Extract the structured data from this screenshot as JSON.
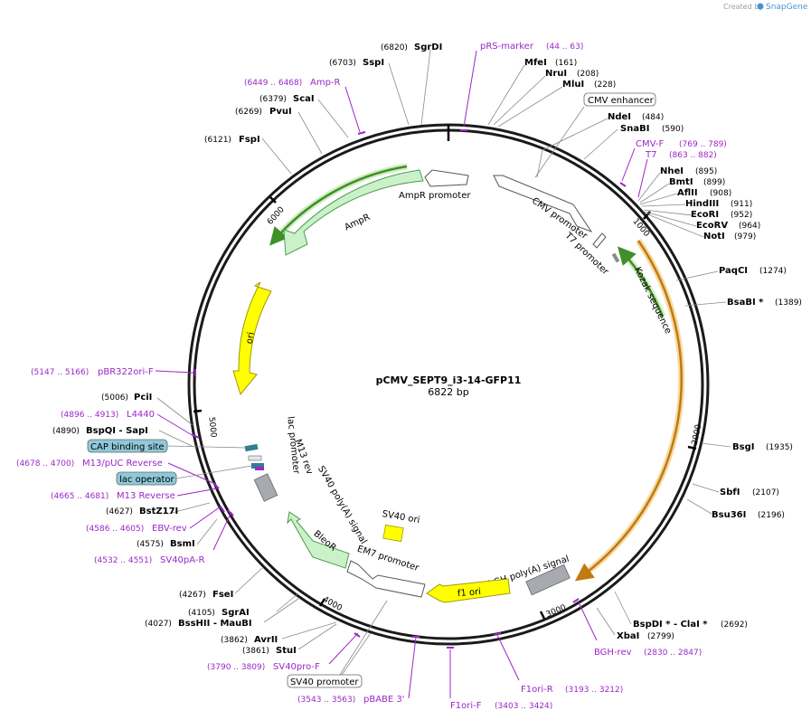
{
  "header": {
    "credit_prefix": "Created by",
    "credit_brand": "SnapGene"
  },
  "plasmid": {
    "name": "pCMV_SEPT9_i3-14-GFP11",
    "length_label": "6822 bp"
  },
  "ticks": [
    "1000",
    "2000",
    "3000",
    "4000",
    "5000",
    "6000"
  ],
  "enzymes": [
    {
      "pos": "(6820)",
      "name": "SgrDI"
    },
    {
      "pos": "(6703)",
      "name": "SspI"
    },
    {
      "pos": "(6379)",
      "name": "ScaI"
    },
    {
      "pos": "(6269)",
      "name": "PvuI"
    },
    {
      "pos": "(6121)",
      "name": "FspI"
    },
    {
      "name": "MfeI",
      "pos": "(161)"
    },
    {
      "name": "NruI",
      "pos": "(208)"
    },
    {
      "name": "MluI",
      "pos": "(228)"
    },
    {
      "name": "NdeI",
      "pos": "(484)"
    },
    {
      "name": "SnaBI",
      "pos": "(590)"
    },
    {
      "name": "NheI",
      "pos": "(895)"
    },
    {
      "name": "BmtI",
      "pos": "(899)"
    },
    {
      "name": "AflII",
      "pos": "(908)"
    },
    {
      "name": "HindIII",
      "pos": "(911)"
    },
    {
      "name": "EcoRI",
      "pos": "(952)"
    },
    {
      "name": "EcoRV",
      "pos": "(964)"
    },
    {
      "name": "NotI",
      "pos": "(979)"
    },
    {
      "name": "PaqCI",
      "pos": "(1274)"
    },
    {
      "name": "BsaBI *",
      "pos": "(1389)"
    },
    {
      "name": "BsgI",
      "pos": "(1935)"
    },
    {
      "name": "SbfI",
      "pos": "(2107)"
    },
    {
      "name": "Bsu36I",
      "pos": "(2196)"
    },
    {
      "name": "BspDI * - ClaI *",
      "pos": "(2692)"
    },
    {
      "name": "XbaI",
      "pos": "(2799)"
    },
    {
      "pos": "(5006)",
      "name": "PciI"
    },
    {
      "pos": "(4890)",
      "name": "BspQI   - SapI"
    },
    {
      "pos": "(4627)",
      "name": "BstZ17I"
    },
    {
      "pos": "(4575)",
      "name": "BsmI"
    },
    {
      "pos": "(4267)",
      "name": "FseI"
    },
    {
      "pos": "(4105)",
      "name": "SgrAI"
    },
    {
      "pos": "(4027)",
      "name": "BssHII   - MauBI"
    },
    {
      "pos": "(3862)",
      "name": "AvrII"
    },
    {
      "pos": "(3861)",
      "name": "StuI"
    }
  ],
  "primers": [
    {
      "name": "pRS-marker",
      "range": "(44 .. 63)"
    },
    {
      "range": "(6449 .. 6468)",
      "name": "Amp-R"
    },
    {
      "name": "CMV-F",
      "range": "(769 .. 789)"
    },
    {
      "name": "T7",
      "range": "(863 .. 882)"
    },
    {
      "range": "(5147 .. 5166)",
      "name": "pBR322ori-F"
    },
    {
      "range": "(4896 .. 4913)",
      "name": "L4440"
    },
    {
      "range": "(4678 .. 4700)",
      "name": "M13/pUC Reverse"
    },
    {
      "range": "(4665 .. 4681)",
      "name": "M13 Reverse"
    },
    {
      "range": "(4586 .. 4605)",
      "name": "EBV-rev"
    },
    {
      "range": "(4532 .. 4551)",
      "name": "SV40pA-R"
    },
    {
      "range": "(3790 .. 3809)",
      "name": "SV40pro-F"
    },
    {
      "range": "(3543 .. 3563)",
      "name": "pBABE 3'"
    },
    {
      "name": "BGH-rev",
      "range": "(2830 .. 2847)"
    },
    {
      "name": "F1ori-R",
      "range": "(3193 .. 3212)"
    },
    {
      "name": "F1ori-F",
      "range": "(3403 .. 3424)"
    }
  ],
  "boxed_features": [
    "CMV enhancer",
    "CAP binding site",
    "lac operator",
    "SV40 promoter"
  ],
  "features": {
    "ampr_promoter": "AmpR promoter",
    "ampr": "AmpR",
    "ori": "ori",
    "cmv_promoter": "CMV promoter",
    "t7_promoter": "T7 promoter",
    "kozak": "Kozak sequence",
    "lac_promoter": "lac promoter",
    "m13_rev": "M13 rev",
    "sv40_polya": "SV40 poly(A) signal",
    "bleor": "BleoR",
    "em7": "EM7 promoter",
    "sv40_ori": "SV40 ori",
    "bgh_polya": "bGH poly(A) signal",
    "f1_ori": "f1 ori"
  },
  "colors": {
    "backbone": "#1a1a1a",
    "primer": "#9b27c8",
    "ampr_fill": "#c9f2c9",
    "ampr_stroke": "#4f9a4f",
    "ori_fill": "#ffff00",
    "insert_orange": "#f0a830",
    "gfp_green": "#5bbf3a",
    "promoter_fill": "#ffffff",
    "bgh_fill": "#a7aab0",
    "box_fill_blue": "#8fc9d9",
    "lac_teal": "#2f7f8f"
  }
}
